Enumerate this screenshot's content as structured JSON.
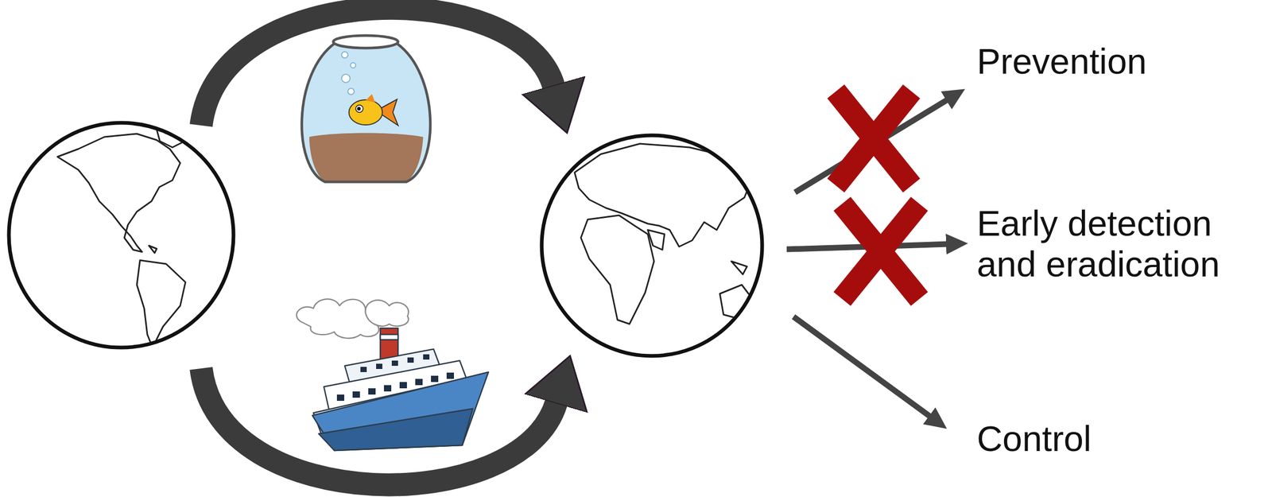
{
  "diagram": {
    "labels": [
      "Prevention",
      "Early detection and eradication",
      "Control"
    ]
  }
}
